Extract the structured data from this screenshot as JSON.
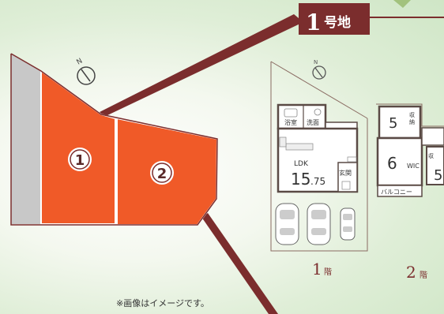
{
  "badge": {
    "number": "1",
    "suffix": "号地"
  },
  "plot_map": {
    "lots": [
      {
        "label": "1"
      },
      {
        "label": "2"
      }
    ],
    "north_label": "N"
  },
  "floor_plan": {
    "north_label": "N",
    "floor1": {
      "level": "1",
      "level_suffix": "階",
      "bath_label": "浴室",
      "wash_label": "洗面",
      "ldk_label": "LDK",
      "ldk_size_main": "15",
      "ldk_size_decimal": ".75",
      "entrance_label": "玄関"
    },
    "floor2": {
      "level": "2",
      "level_suffix": "階",
      "room5_size": "5",
      "room5_storage": "収\n納",
      "room6_size": "6",
      "wic_label": "WIC",
      "balcony_label": "バルコニー",
      "partial_room_size": "5",
      "partial_storage": "収"
    }
  },
  "disclaimer": "※画像はイメージです。",
  "colors": {
    "lot_fill": "#f05a28",
    "accent": "#7b2d2d",
    "wall": "#5a4a45",
    "road": "#c7c7c7"
  }
}
